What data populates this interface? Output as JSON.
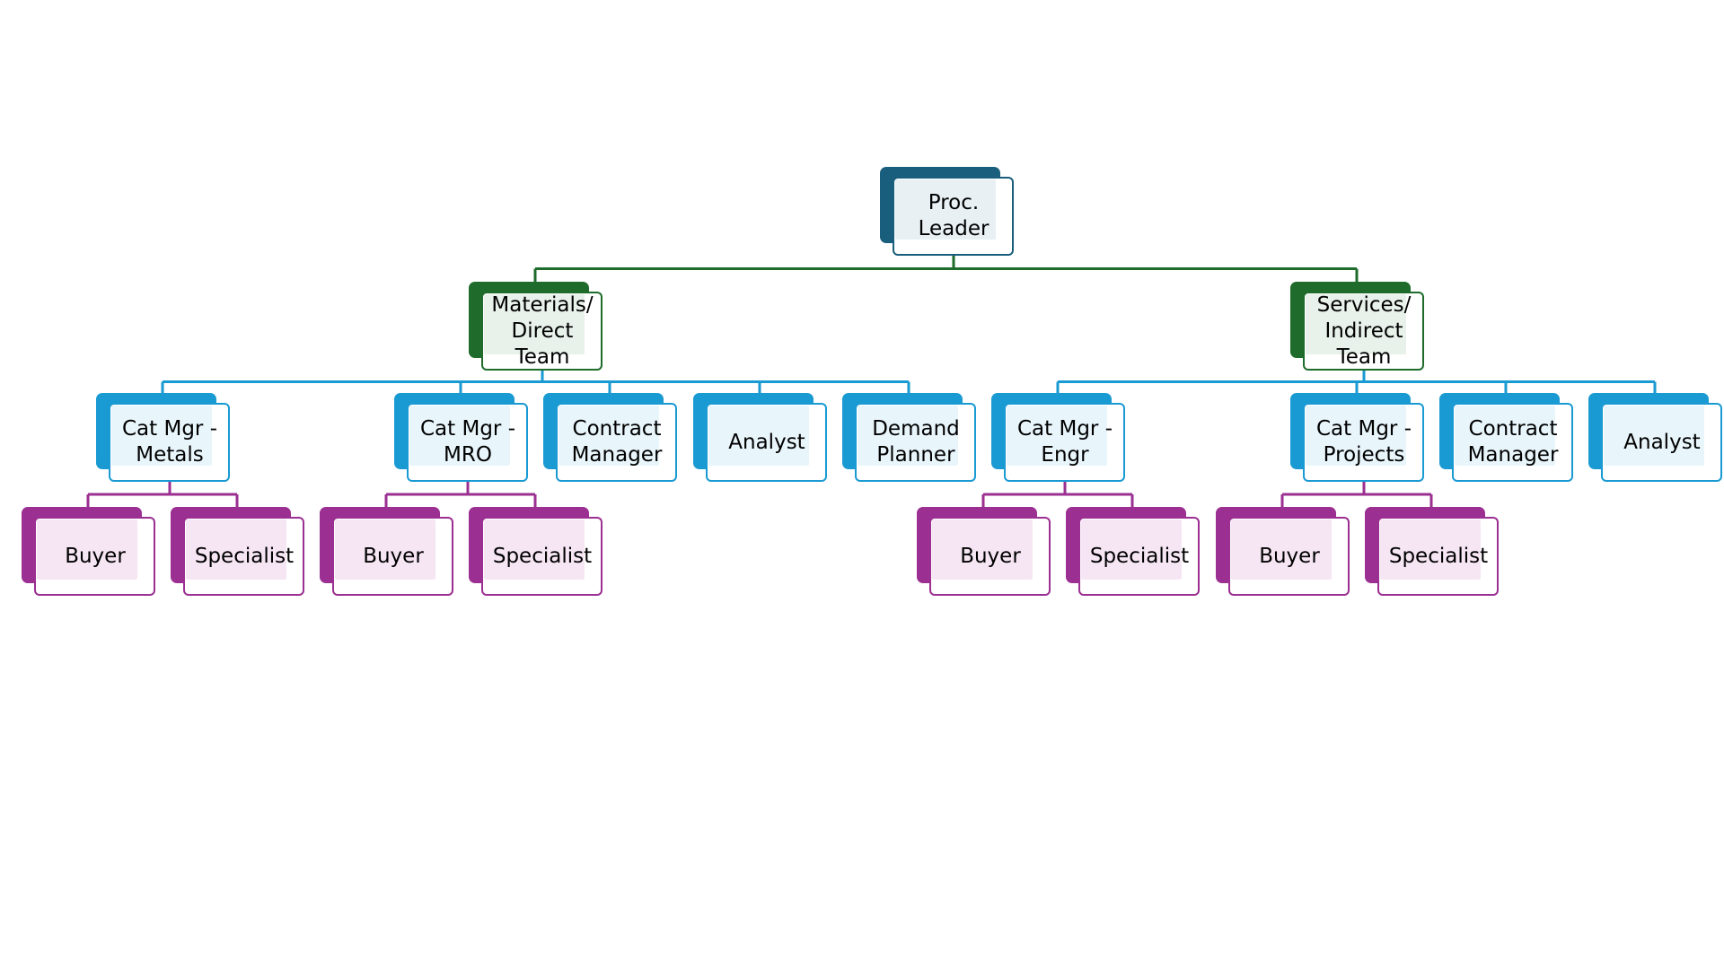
{
  "colors": {
    "root": "#1a5e7d",
    "root_fill": "#e8f0f4",
    "team": "#1e6b2b",
    "team_fill": "#e8f1ea",
    "manager": "#1a9ad2",
    "manager_fill": "#e8f5fb",
    "staff": "#9b2f92",
    "staff_fill": "#f6e6f4"
  },
  "chart": {
    "root": {
      "id": "proc-leader",
      "label": "Proc.\nLeader",
      "level": "root",
      "children": [
        {
          "id": "materials-direct-team",
          "label": "Materials/\nDirect\nTeam",
          "level": "team",
          "children": [
            {
              "id": "cat-mgr-metals",
              "label": "Cat Mgr -\nMetals",
              "level": "manager",
              "children": [
                {
                  "id": "buyer-metals",
                  "label": "Buyer",
                  "level": "staff"
                },
                {
                  "id": "specialist-metals",
                  "label": "Specialist",
                  "level": "staff"
                }
              ]
            },
            {
              "id": "cat-mgr-mro",
              "label": "Cat Mgr -\nMRO",
              "level": "manager",
              "children": [
                {
                  "id": "buyer-mro",
                  "label": "Buyer",
                  "level": "staff"
                },
                {
                  "id": "specialist-mro",
                  "label": "Specialist",
                  "level": "staff"
                }
              ]
            },
            {
              "id": "contract-manager-direct",
              "label": "Contract\nManager",
              "level": "manager"
            },
            {
              "id": "analyst-direct",
              "label": "Analyst",
              "level": "manager"
            },
            {
              "id": "demand-planner",
              "label": "Demand\nPlanner",
              "level": "manager"
            }
          ]
        },
        {
          "id": "services-indirect-team",
          "label": "Services/\nIndirect\nTeam",
          "level": "team",
          "children": [
            {
              "id": "cat-mgr-engr",
              "label": "Cat Mgr -\nEngr",
              "level": "manager",
              "children": [
                {
                  "id": "buyer-engr",
                  "label": "Buyer",
                  "level": "staff"
                },
                {
                  "id": "specialist-engr",
                  "label": "Specialist",
                  "level": "staff"
                }
              ]
            },
            {
              "id": "cat-mgr-projects",
              "label": "Cat Mgr -\nProjects",
              "level": "manager",
              "children": [
                {
                  "id": "buyer-projects",
                  "label": "Buyer",
                  "level": "staff"
                },
                {
                  "id": "specialist-projects",
                  "label": "Specialist",
                  "level": "staff"
                }
              ]
            },
            {
              "id": "contract-manager-indirect",
              "label": "Contract\nManager",
              "level": "manager"
            },
            {
              "id": "analyst-indirect",
              "label": "Analyst",
              "level": "manager"
            }
          ]
        }
      ]
    }
  }
}
